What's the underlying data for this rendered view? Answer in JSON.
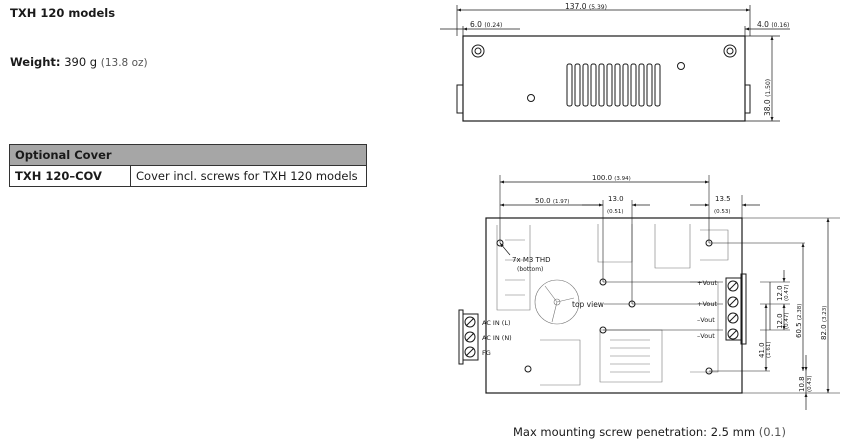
{
  "title": "TXH 120 models",
  "weight": {
    "label": "Weight:",
    "value": "390 g",
    "imperial": "(13.8 oz)"
  },
  "cover_table": {
    "header": "Optional Cover",
    "rows": [
      {
        "model": "TXH 120–COV",
        "description": "Cover incl. screws for TXH 120 models"
      }
    ]
  },
  "side_view": {
    "width_mm": "137.0",
    "width_in": "(5.39)",
    "left_mm": "6.0",
    "left_in": "(0.24)",
    "right_mm": "4.0",
    "right_in": "(0.16)",
    "height_mm": "38.0",
    "height_in": "(1.50)"
  },
  "top_view": {
    "label": "top view",
    "hole_note": "7x M3 THD",
    "hole_note_sub": "(bottom)",
    "dim_100_mm": "100.0",
    "dim_100_in": "(3.94)",
    "dim_50_mm": "50.0",
    "dim_50_in": "(1.97)",
    "dim_13_mm": "13.0",
    "dim_13_in": "(0.51)",
    "dim_135_mm": "13.5",
    "dim_135_in": "(0.53)",
    "dim_82_mm": "82.0",
    "dim_82_in": "(3.23)",
    "dim_605_mm": "60.5",
    "dim_605_in": "(2.38)",
    "dim_12a_mm": "12.0",
    "dim_12a_in": "(0.47)",
    "dim_12b_mm": "12.0",
    "dim_12b_in": "(0.47)",
    "dim_41_mm": "41.0",
    "dim_41_in": "(1.61)",
    "dim_108_mm": "10.8",
    "dim_108_in": "(0.43)",
    "terminals_right": [
      "+Vout",
      "+Vout",
      "–Vout",
      "–Vout"
    ],
    "terminals_left": [
      "AC IN (L)",
      "AC IN (N)",
      "FG"
    ]
  },
  "note": {
    "text": "Max mounting screw penetration: 2.5 mm",
    "unit": "(0.1)"
  },
  "colors": {
    "table_header": "#a6a6a6",
    "line": "#1a1a1a"
  }
}
